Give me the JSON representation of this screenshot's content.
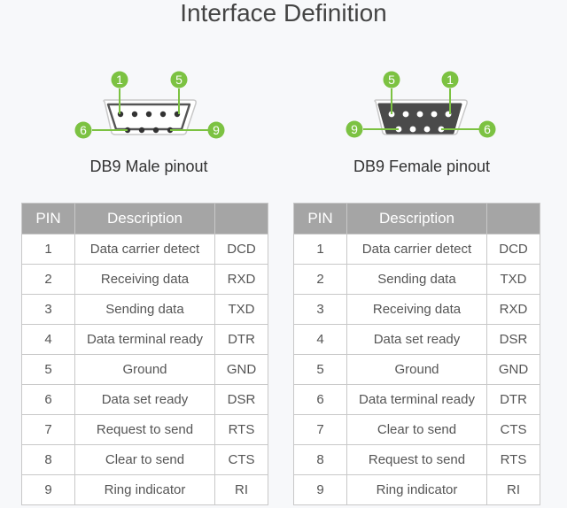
{
  "title": "Interface Definition",
  "colors": {
    "accent_green": "#7cc242",
    "female_fill": "#4a4a4a",
    "header_gray": "#a5a5a5"
  },
  "male": {
    "label": "DB9 Male pinout",
    "callouts": {
      "top_left": "1",
      "top_right": "5",
      "bottom_left": "6",
      "bottom_right": "9"
    }
  },
  "female": {
    "label": "DB9 Female pinout",
    "callouts": {
      "top_left": "5",
      "top_right": "1",
      "bottom_left": "9",
      "bottom_right": "6"
    }
  },
  "table_headers": {
    "pin": "PIN",
    "description": "Description",
    "abbr": ""
  },
  "male_table": [
    {
      "pin": "1",
      "desc": "Data carrier detect",
      "abbr": "DCD"
    },
    {
      "pin": "2",
      "desc": "Receiving data",
      "abbr": "RXD"
    },
    {
      "pin": "3",
      "desc": "Sending data",
      "abbr": "TXD"
    },
    {
      "pin": "4",
      "desc": "Data terminal ready",
      "abbr": "DTR"
    },
    {
      "pin": "5",
      "desc": "Ground",
      "abbr": "GND"
    },
    {
      "pin": "6",
      "desc": "Data set ready",
      "abbr": "DSR"
    },
    {
      "pin": "7",
      "desc": "Request to send",
      "abbr": "RTS"
    },
    {
      "pin": "8",
      "desc": "Clear to send",
      "abbr": "CTS"
    },
    {
      "pin": "9",
      "desc": "Ring indicator",
      "abbr": "RI"
    }
  ],
  "female_table": [
    {
      "pin": "1",
      "desc": "Data carrier detect",
      "abbr": "DCD"
    },
    {
      "pin": "2",
      "desc": "Sending data",
      "abbr": "TXD"
    },
    {
      "pin": "3",
      "desc": "Receiving data",
      "abbr": "RXD"
    },
    {
      "pin": "4",
      "desc": "Data set ready",
      "abbr": "DSR"
    },
    {
      "pin": "5",
      "desc": "Ground",
      "abbr": "GND"
    },
    {
      "pin": "6",
      "desc": "Data terminal ready",
      "abbr": "DTR"
    },
    {
      "pin": "7",
      "desc": "Clear to send",
      "abbr": "CTS"
    },
    {
      "pin": "8",
      "desc": "Request to send",
      "abbr": "RTS"
    },
    {
      "pin": "9",
      "desc": "Ring indicator",
      "abbr": "RI"
    }
  ]
}
